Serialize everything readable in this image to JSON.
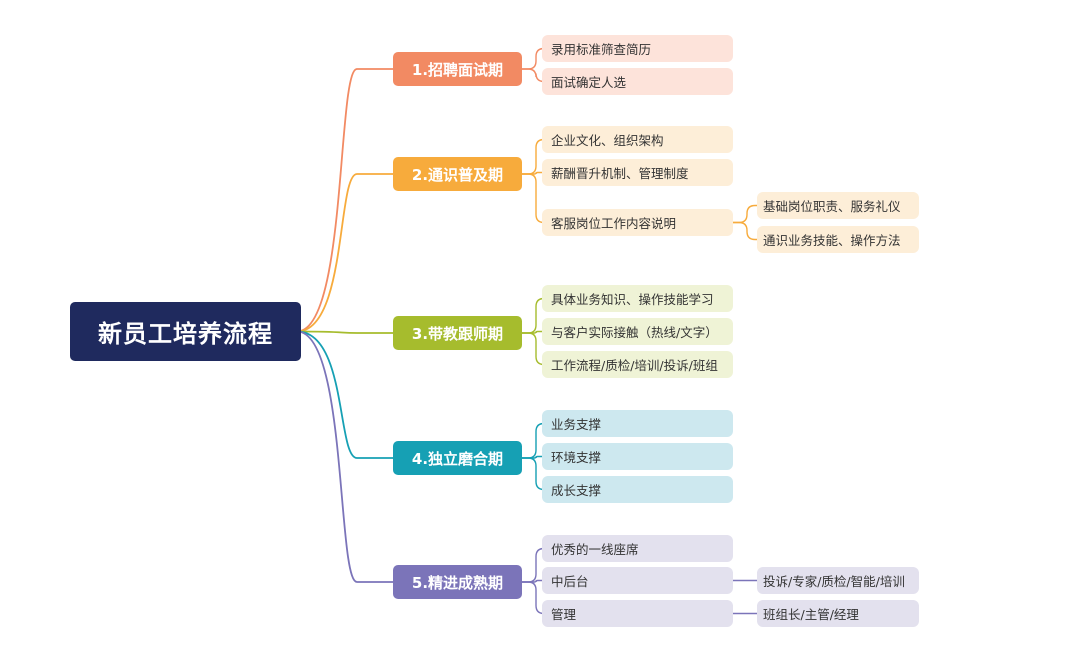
{
  "root": {
    "label": "新员工培养流程"
  },
  "stages": [
    {
      "label": "1.招聘面试期",
      "color": "#f28a63",
      "light": "#fde3da",
      "children": [
        {
          "label": "录用标准筛查简历"
        },
        {
          "label": "面试确定人选"
        }
      ]
    },
    {
      "label": "2.通识普及期",
      "color": "#f7ab3c",
      "light": "#fdeed8",
      "children": [
        {
          "label": "企业文化、组织架构"
        },
        {
          "label": "薪酬晋升机制、管理制度"
        },
        {
          "label": "客服岗位工作内容说明",
          "children": [
            {
              "label": "基础岗位职责、服务礼仪"
            },
            {
              "label": "通识业务技能、操作方法"
            }
          ]
        }
      ]
    },
    {
      "label": "3.带教跟师期",
      "color": "#a6bc2d",
      "light": "#eff3d6",
      "children": [
        {
          "label": "具体业务知识、操作技能学习"
        },
        {
          "label": "与客户实际接触（热线/文字）"
        },
        {
          "label": "工作流程/质检/培训/投诉/班组"
        }
      ]
    },
    {
      "label": "4.独立磨合期",
      "color": "#16a0b4",
      "light": "#cde8ef",
      "children": [
        {
          "label": "业务支撑"
        },
        {
          "label": "环境支撑"
        },
        {
          "label": "成长支撑"
        }
      ]
    },
    {
      "label": "5.精进成熟期",
      "color": "#7b74b9",
      "light": "#e3e1ee",
      "children": [
        {
          "label": "优秀的一线座席"
        },
        {
          "label": "中后台",
          "children": [
            {
              "label": "投诉/专家/质检/智能/培训"
            }
          ]
        },
        {
          "label": "管理",
          "children": [
            {
              "label": "班组长/主管/经理"
            }
          ]
        }
      ]
    }
  ]
}
